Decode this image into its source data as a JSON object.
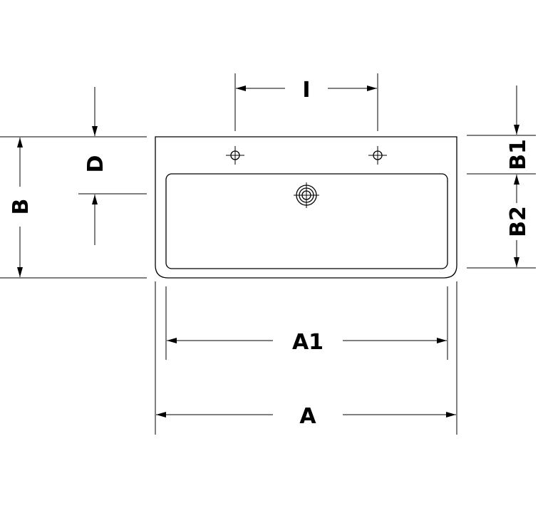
{
  "labels": {
    "I": "I",
    "D": "D",
    "B": "B",
    "B1": "B1",
    "B2": "B2",
    "A1": "A1",
    "A": "A"
  },
  "colors": {
    "line": "#000000",
    "background": "#ffffff"
  }
}
